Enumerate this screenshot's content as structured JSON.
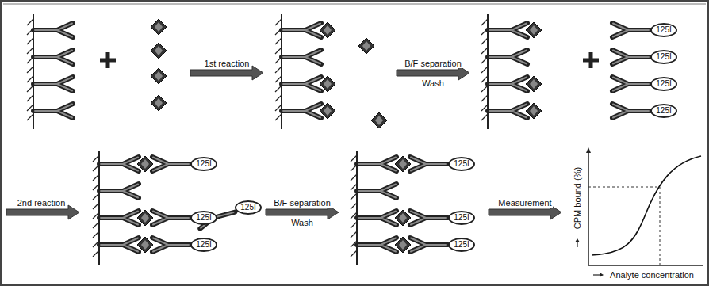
{
  "diagram": {
    "nodes": [
      {
        "text": [
          "125I"
        ]
      },
      {
        "text": [
          "125I"
        ]
      },
      {
        "text": [
          "125I"
        ]
      },
      {
        "text": [
          "125I"
        ]
      },
      {
        "text": [
          "125I"
        ]
      },
      {
        "text": [
          "125I"
        ]
      },
      {
        "text": [
          "125I"
        ]
      },
      {
        "text": [
          "125I"
        ]
      },
      {
        "text": [
          "125I"
        ]
      },
      {
        "text": [
          "125I"
        ]
      },
      {
        "text": [
          "125I"
        ]
      }
    ],
    "labels": [
      "1st reaction",
      "B/F separation",
      "Wash",
      "2nd reaction",
      "B/F separation",
      "Wash",
      "Measurement",
      "CPM bound (%)",
      "Analyte concentration"
    ]
  }
}
